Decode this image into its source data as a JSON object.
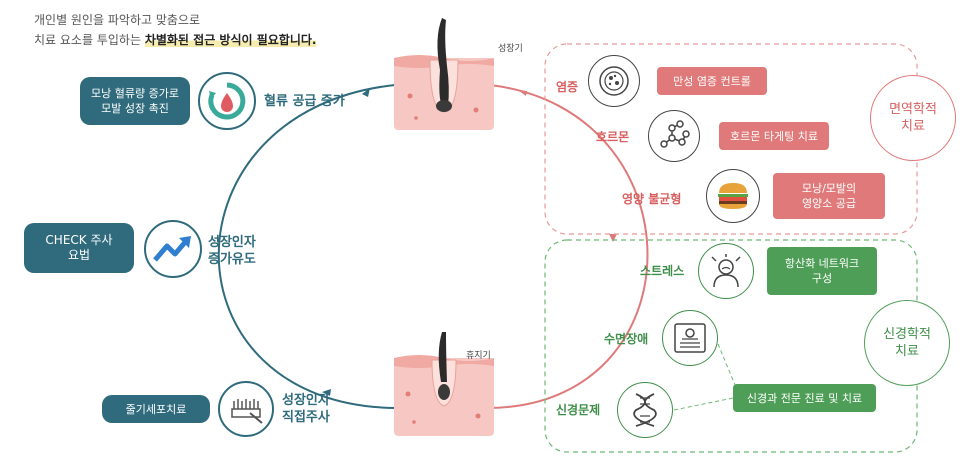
{
  "intro": {
    "line1": "개인별 원인을 파악하고 맞춤으로",
    "line2_plain": "치료 요소를 투입하는 ",
    "line2_highlight": "차별화된 접근 방식이 필요합니다."
  },
  "cycle": {
    "growth_label": "성장기",
    "rest_label": "휴지기"
  },
  "left_items": [
    {
      "box": "모낭 혈류량 증가로\n모발 성장 촉진",
      "label": "혈류 공급 증가",
      "icon": "blood-drop-cycle-icon"
    },
    {
      "box": "CHECK 주사\n요법",
      "label": "성장인자\n증가유도",
      "icon": "growth-arrow-icon"
    },
    {
      "box": "줄기세포치료",
      "label": "성장인자\n직접주사",
      "icon": "injection-icon"
    }
  ],
  "immune_group": {
    "title": "면역학적\n치료",
    "items": [
      {
        "label": "염증",
        "icon": "cell-icon",
        "box": "만성 염증 컨트롤"
      },
      {
        "label": "호르몬",
        "icon": "molecule-icon",
        "box": "호르몬 타게팅 치료"
      },
      {
        "label": "영양 불균형",
        "icon": "burger-icon",
        "box": "모낭/모발의\n영양소 공급"
      }
    ]
  },
  "neuro_group": {
    "title": "신경학적\n치료",
    "items": [
      {
        "label": "스트레스",
        "icon": "stressed-person-icon",
        "box": "항산화 네트워크\n구성"
      },
      {
        "label": "수면장애",
        "icon": "sleeping-person-icon"
      },
      {
        "label": "신경문제",
        "icon": "dna-icon"
      }
    ],
    "shared_box": "신경과 전문 진료 및 치료"
  },
  "colors": {
    "teal": "#2f6b7c",
    "pink": "#e07a7a",
    "green": "#4f9e58"
  }
}
